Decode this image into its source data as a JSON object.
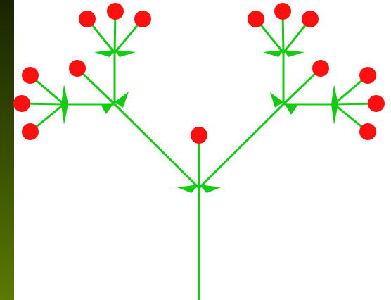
{
  "figure": {
    "background_gradient": [
      "#1a2400",
      "#5a7a00"
    ],
    "panel_color": "#ffffff",
    "stem_color": "#11cc11",
    "flower_color": "#ff0f0f",
    "nodes": {
      "root": {
        "parent": null,
        "branches": 2,
        "flowers": 1
      },
      "left": {
        "parent": "root",
        "branches": 2,
        "flowers": 1
      },
      "right": {
        "parent": "root",
        "branches": 2,
        "flowers": 1
      },
      "left-up": {
        "parent": "left",
        "flowers": 3
      },
      "left-side": {
        "parent": "left",
        "flowers": 3
      },
      "right-up": {
        "parent": "right",
        "flowers": 3
      },
      "right-side": {
        "parent": "right",
        "flowers": 3
      }
    }
  }
}
